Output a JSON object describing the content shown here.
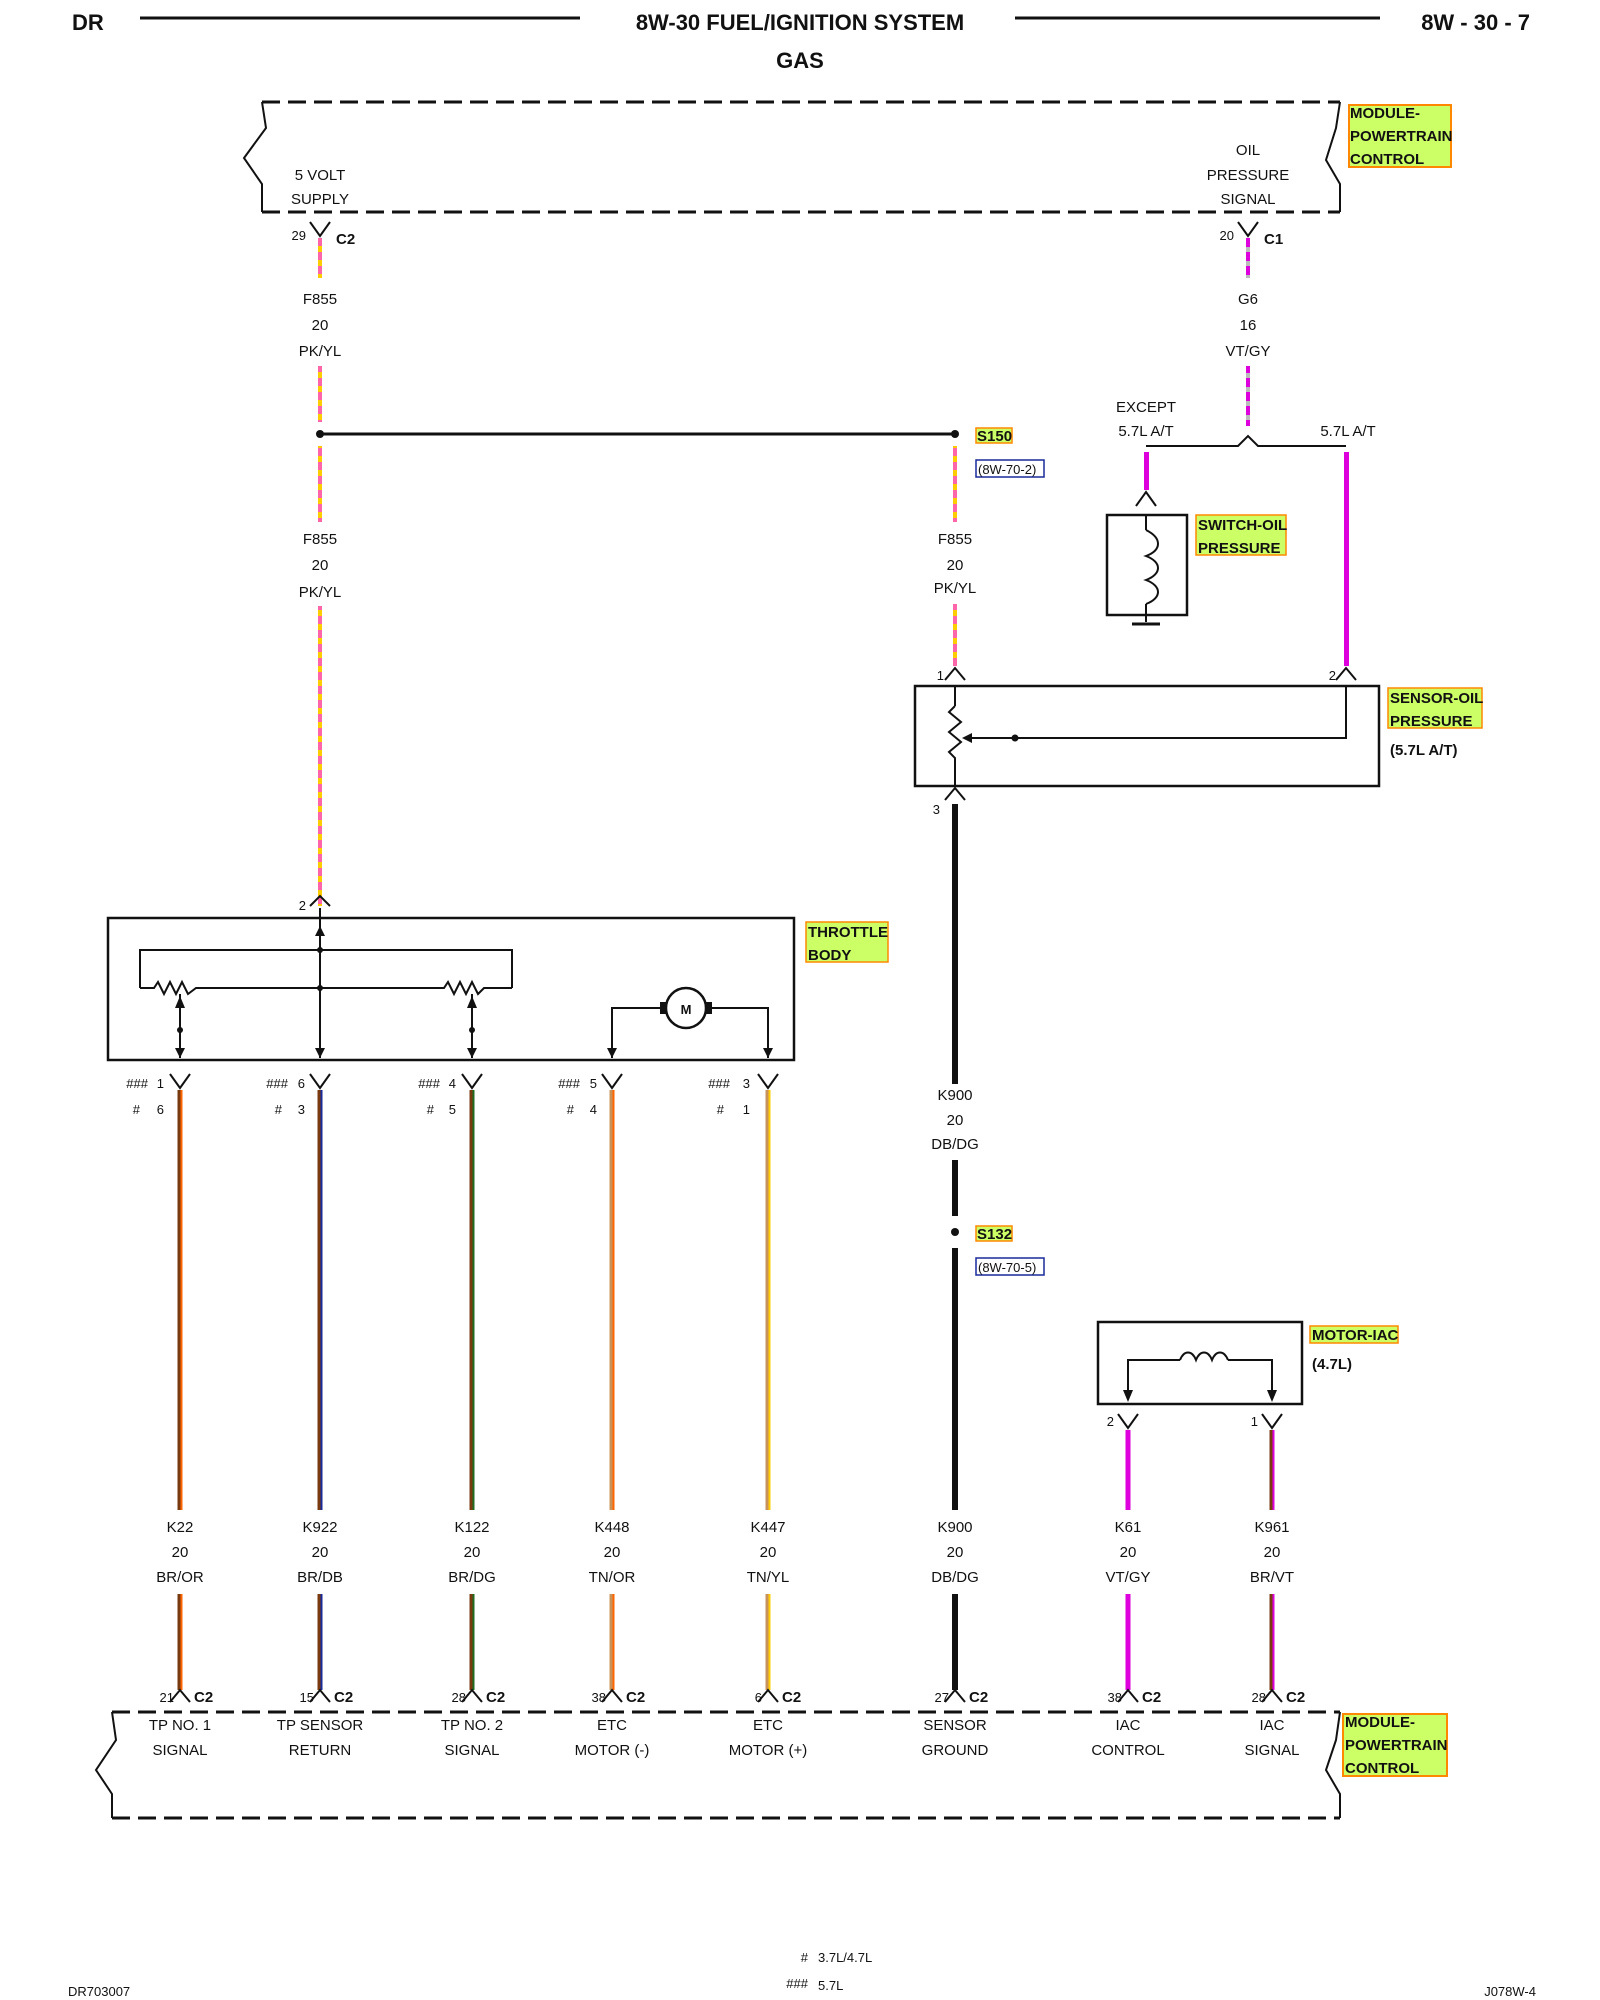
{
  "header": {
    "left": "DR",
    "title": "8W-30 FUEL/IGNITION SYSTEM",
    "subtitle": "GAS",
    "page": "8W - 30 - 7"
  },
  "footer": {
    "left_code": "DR703007",
    "right_code": "J078W-4",
    "legend": [
      {
        "symbol": "#",
        "text": "3.7L/4.7L"
      },
      {
        "symbol": "###",
        "text": "5.7L"
      }
    ]
  },
  "colors": {
    "PK": "#ff66aa",
    "YL": "#ffcc00",
    "VT": "#dd00dd",
    "GY": "#999999",
    "BR": "#7a3a10",
    "OR": "#ff6600",
    "DB": "#1a2a99",
    "DG": "#1f6b1f",
    "TN": "#c8935a",
    "BLK": "#111111",
    "label_bg": "#ccff66",
    "label_border": "#ff8800"
  },
  "pcm_top": {
    "name": [
      "MODULE-",
      "POWERTRAIN",
      "CONTROL"
    ],
    "pins": [
      {
        "label": [
          "5 VOLT",
          "SUPPLY"
        ],
        "pin": "29",
        "conn": "C2"
      },
      {
        "label": [
          "OIL",
          "PRESSURE",
          "SIGNAL"
        ],
        "pin": "20",
        "conn": "C1"
      }
    ]
  },
  "pcm_bottom": {
    "name": [
      "MODULE-",
      "POWERTRAIN",
      "CONTROL"
    ],
    "pins": [
      {
        "label": [
          "TP NO. 1",
          "SIGNAL"
        ],
        "pin": "21",
        "conn": "C2"
      },
      {
        "label": [
          "TP SENSOR",
          "RETURN"
        ],
        "pin": "15",
        "conn": "C2"
      },
      {
        "label": [
          "TP NO. 2",
          "SIGNAL"
        ],
        "pin": "28",
        "conn": "C2"
      },
      {
        "label": [
          "ETC",
          "MOTOR (-)"
        ],
        "pin": "38",
        "conn": "C2"
      },
      {
        "label": [
          "ETC",
          "MOTOR (+)"
        ],
        "pin": "6",
        "conn": "C2"
      },
      {
        "label": [
          "SENSOR",
          "GROUND"
        ],
        "pin": "27",
        "conn": "C2"
      },
      {
        "label": [
          "IAC",
          "CONTROL"
        ],
        "pin": "38",
        "conn": "C2"
      },
      {
        "label": [
          "IAC",
          "SIGNAL"
        ],
        "pin": "28",
        "conn": "C2"
      }
    ]
  },
  "splices": [
    {
      "id": "S150",
      "ref": "(8W-70-2)"
    },
    {
      "id": "S132",
      "ref": "(8W-70-5)"
    }
  ],
  "branch": {
    "left": [
      "EXCEPT",
      "5.7L A/T"
    ],
    "right": "5.7L A/T"
  },
  "components": {
    "switch_oil": {
      "name": [
        "SWITCH-OIL",
        "PRESSURE"
      ]
    },
    "sensor_oil": {
      "name": [
        "SENSOR-OIL",
        "PRESSURE"
      ],
      "note": "(5.7L A/T)",
      "pins": [
        "1",
        "2",
        "3"
      ]
    },
    "throttle_body": {
      "name": [
        "THROTTLE",
        "BODY"
      ],
      "top_pin": "2",
      "motor": "M"
    },
    "motor_iac": {
      "name": [
        "MOTOR-IAC"
      ],
      "note": "(4.7L)",
      "pins": [
        "2",
        "1"
      ]
    }
  },
  "tb_pins": [
    {
      "p57": "1",
      "p37": "6"
    },
    {
      "p57": "6",
      "p37": "3"
    },
    {
      "p57": "4",
      "p37": "5"
    },
    {
      "p57": "5",
      "p37": "4"
    },
    {
      "p57": "3",
      "p37": "1"
    }
  ],
  "wires": {
    "f855_top": {
      "circuit": "F855",
      "gauge": "20",
      "color": "PK/YL"
    },
    "f855_left": {
      "circuit": "F855",
      "gauge": "20",
      "color": "PK/YL"
    },
    "f855_right": {
      "circuit": "F855",
      "gauge": "20",
      "color": "PK/YL"
    },
    "g6": {
      "circuit": "G6",
      "gauge": "16",
      "color": "VT/GY"
    },
    "k900_upper": {
      "circuit": "K900",
      "gauge": "20",
      "color": "DB/DG"
    },
    "bottom": [
      {
        "circuit": "K22",
        "gauge": "20",
        "color": "BR/OR"
      },
      {
        "circuit": "K922",
        "gauge": "20",
        "color": "BR/DB"
      },
      {
        "circuit": "K122",
        "gauge": "20",
        "color": "BR/DG"
      },
      {
        "circuit": "K448",
        "gauge": "20",
        "color": "TN/OR"
      },
      {
        "circuit": "K447",
        "gauge": "20",
        "color": "TN/YL"
      },
      {
        "circuit": "K900",
        "gauge": "20",
        "color": "DB/DG"
      },
      {
        "circuit": "K61",
        "gauge": "20",
        "color": "VT/GY"
      },
      {
        "circuit": "K961",
        "gauge": "20",
        "color": "BR/VT"
      }
    ]
  }
}
